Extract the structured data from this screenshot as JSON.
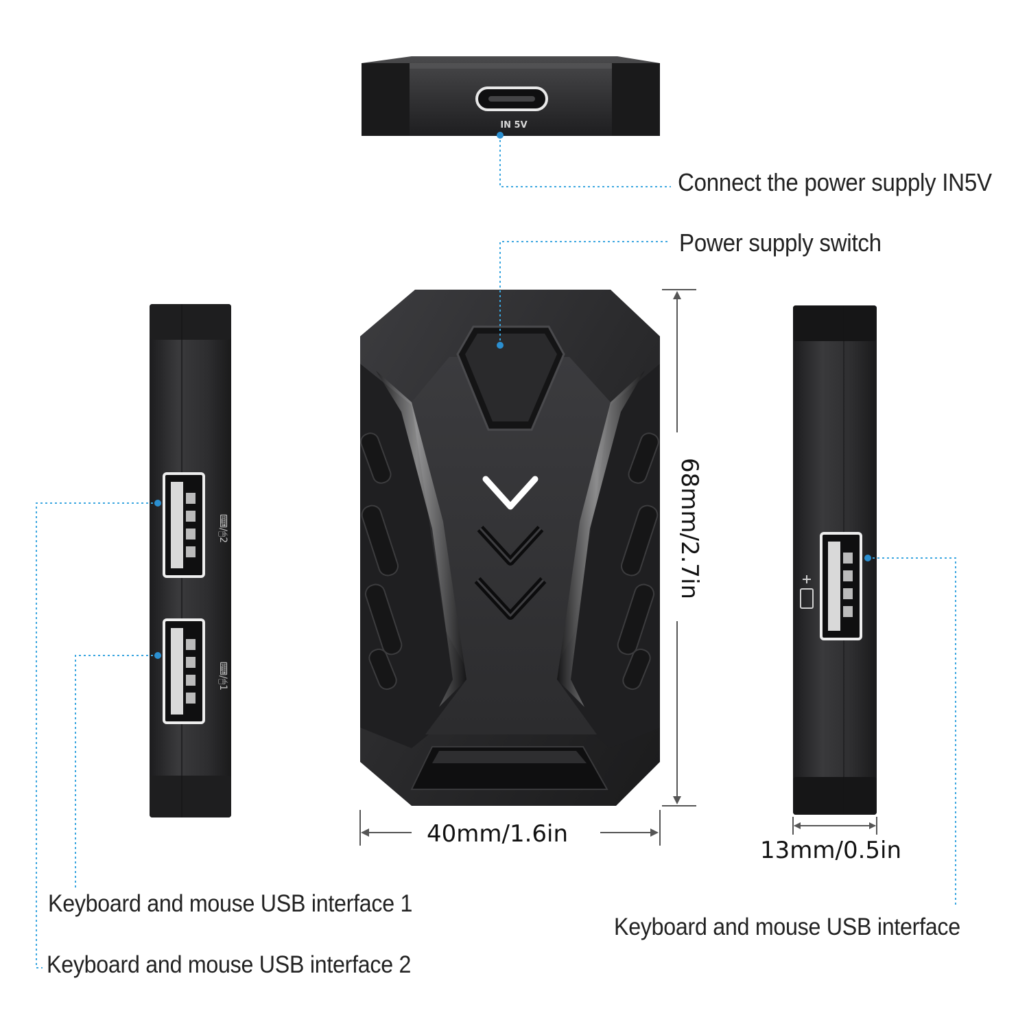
{
  "callouts": {
    "power_input": "Connect the power supply IN5V",
    "power_switch": "Power supply switch",
    "usb_interface_1": "Keyboard and mouse USB interface 1",
    "usb_interface_2": "Keyboard and mouse USB interface 2",
    "usb_interface_side": "Keyboard and mouse USB interface"
  },
  "dimensions": {
    "width": "40mm/1.6in",
    "height": "68mm/2.7in",
    "depth": "13mm/0.5in"
  },
  "device_markings": {
    "port_label": "IN 5V",
    "left_port_upper": "⌨/🖱2",
    "left_port_lower": "⌨/🖱1"
  },
  "colors": {
    "device_body": "#2b2b2d",
    "device_dark": "#161617",
    "leader_line": "#3aa6e0",
    "dimension_line": "#555555",
    "text": "#222222"
  },
  "icons": [
    "usb-c-port-icon",
    "usb-a-port-icon",
    "chevron-down-icon",
    "power-button-icon",
    "battery-icon"
  ]
}
